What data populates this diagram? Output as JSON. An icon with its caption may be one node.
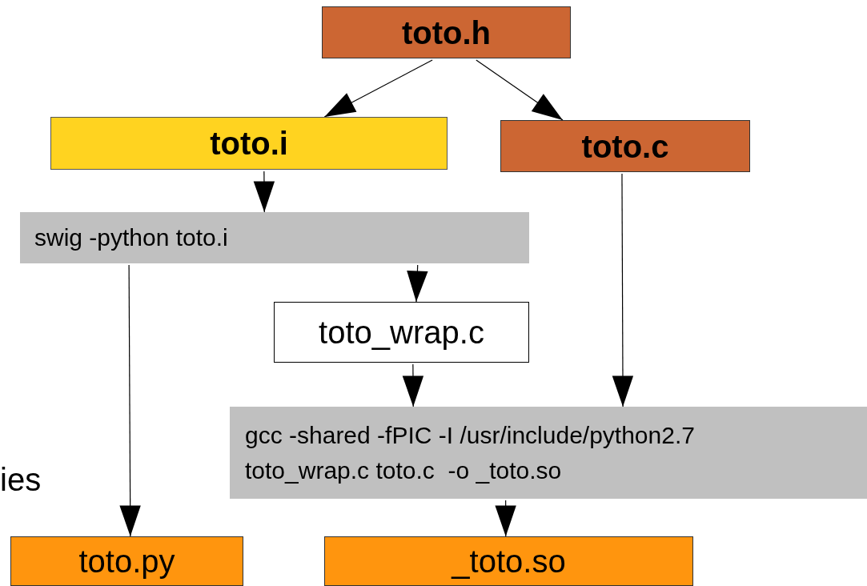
{
  "diagram": {
    "nodes": [
      {
        "text": [
          "toto.h"
        ]
      },
      {
        "text": [
          "toto.i"
        ]
      },
      {
        "text": [
          "toto.c"
        ]
      },
      {
        "text": [
          "swig -python toto.i"
        ]
      },
      {
        "text": [
          "toto_wrap.c"
        ]
      },
      {
        "text": [
          "gcc -shared -fPIC -I /usr/include/python2.7 toto_wrap.c toto.c  -o _toto.so"
        ]
      },
      {
        "text": [
          "toto.py"
        ]
      },
      {
        "text": [
          "_toto.so"
        ]
      }
    ],
    "edges": [
      {
        "from": 0,
        "to": 1,
        "arrow": "to"
      },
      {
        "from": 0,
        "to": 2,
        "arrow": "to"
      },
      {
        "from": 1,
        "to": 3,
        "arrow": "to"
      },
      {
        "from": 3,
        "to": 4,
        "arrow": "to"
      },
      {
        "from": 3,
        "to": 6,
        "arrow": "to"
      },
      {
        "from": 4,
        "to": 5,
        "arrow": "to"
      },
      {
        "from": 2,
        "to": 5,
        "arrow": "to"
      },
      {
        "from": 5,
        "to": 7,
        "arrow": "to"
      }
    ],
    "labels": [
      "ies"
    ]
  }
}
